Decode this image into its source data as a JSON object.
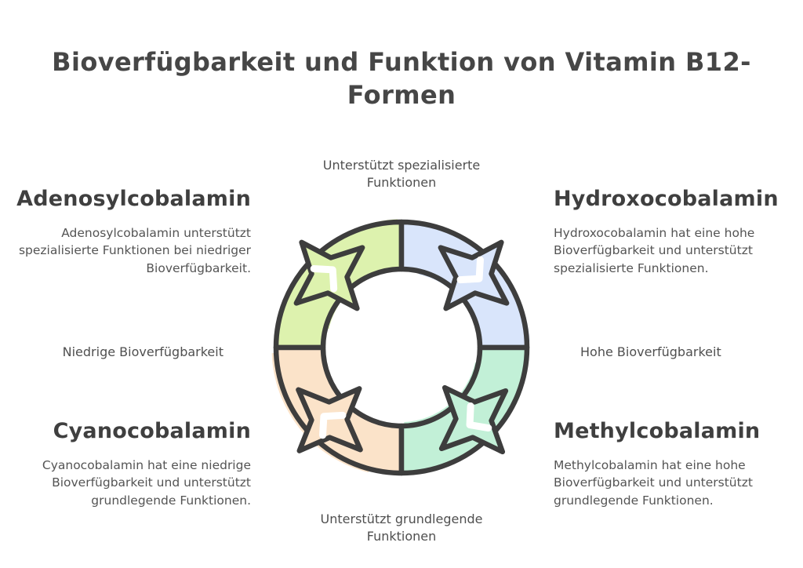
{
  "title": "Bioverfügbarkeit und Funktion von Vitamin B12-Formen",
  "axes": {
    "top": "Unterstützt spezialisierte Funktionen",
    "bottom": "Unterstützt grundlegende Funktionen",
    "left": "Niedrige Bioverfügbarkeit",
    "right": "Hohe Bioverfügbarkeit"
  },
  "quadrants": [
    {
      "id": "adenosylcobalamin",
      "position": "top-left",
      "heading": "Adenosylcobalamin",
      "description": "Adenosylcobalamin unterstützt spezialisierte Funktionen bei niedriger Bioverfügbarkeit.",
      "color": "#ddf2ae"
    },
    {
      "id": "hydroxocobalamin",
      "position": "top-right",
      "heading": "Hydroxocobalamin",
      "description": "Hydroxocobalamin hat eine hohe Bioverfügbarkeit und unterstützt spezialisierte Funktionen.",
      "color": "#d9e5fb"
    },
    {
      "id": "cyanocobalamin",
      "position": "bottom-left",
      "heading": "Cyanocobalamin",
      "description": "Cyanocobalamin hat eine niedrige Bioverfügbarkeit und unterstützt grundlegende Funktionen.",
      "color": "#fbe3c9"
    },
    {
      "id": "methylcobalamin",
      "position": "bottom-right",
      "heading": "Methylcobalamin",
      "description": "Methylcobalamin hat eine hohe Bioverfügbarkeit und unterstützt grundlegende Funktionen.",
      "color": "#c2f0d7"
    }
  ],
  "colors": {
    "outline": "#3d3d3d",
    "title_text": "#464646",
    "body_text": "#545454",
    "background": "#ffffff"
  },
  "diagram": {
    "type": "cycle",
    "direction": "clockwise",
    "segment_count": 4
  }
}
